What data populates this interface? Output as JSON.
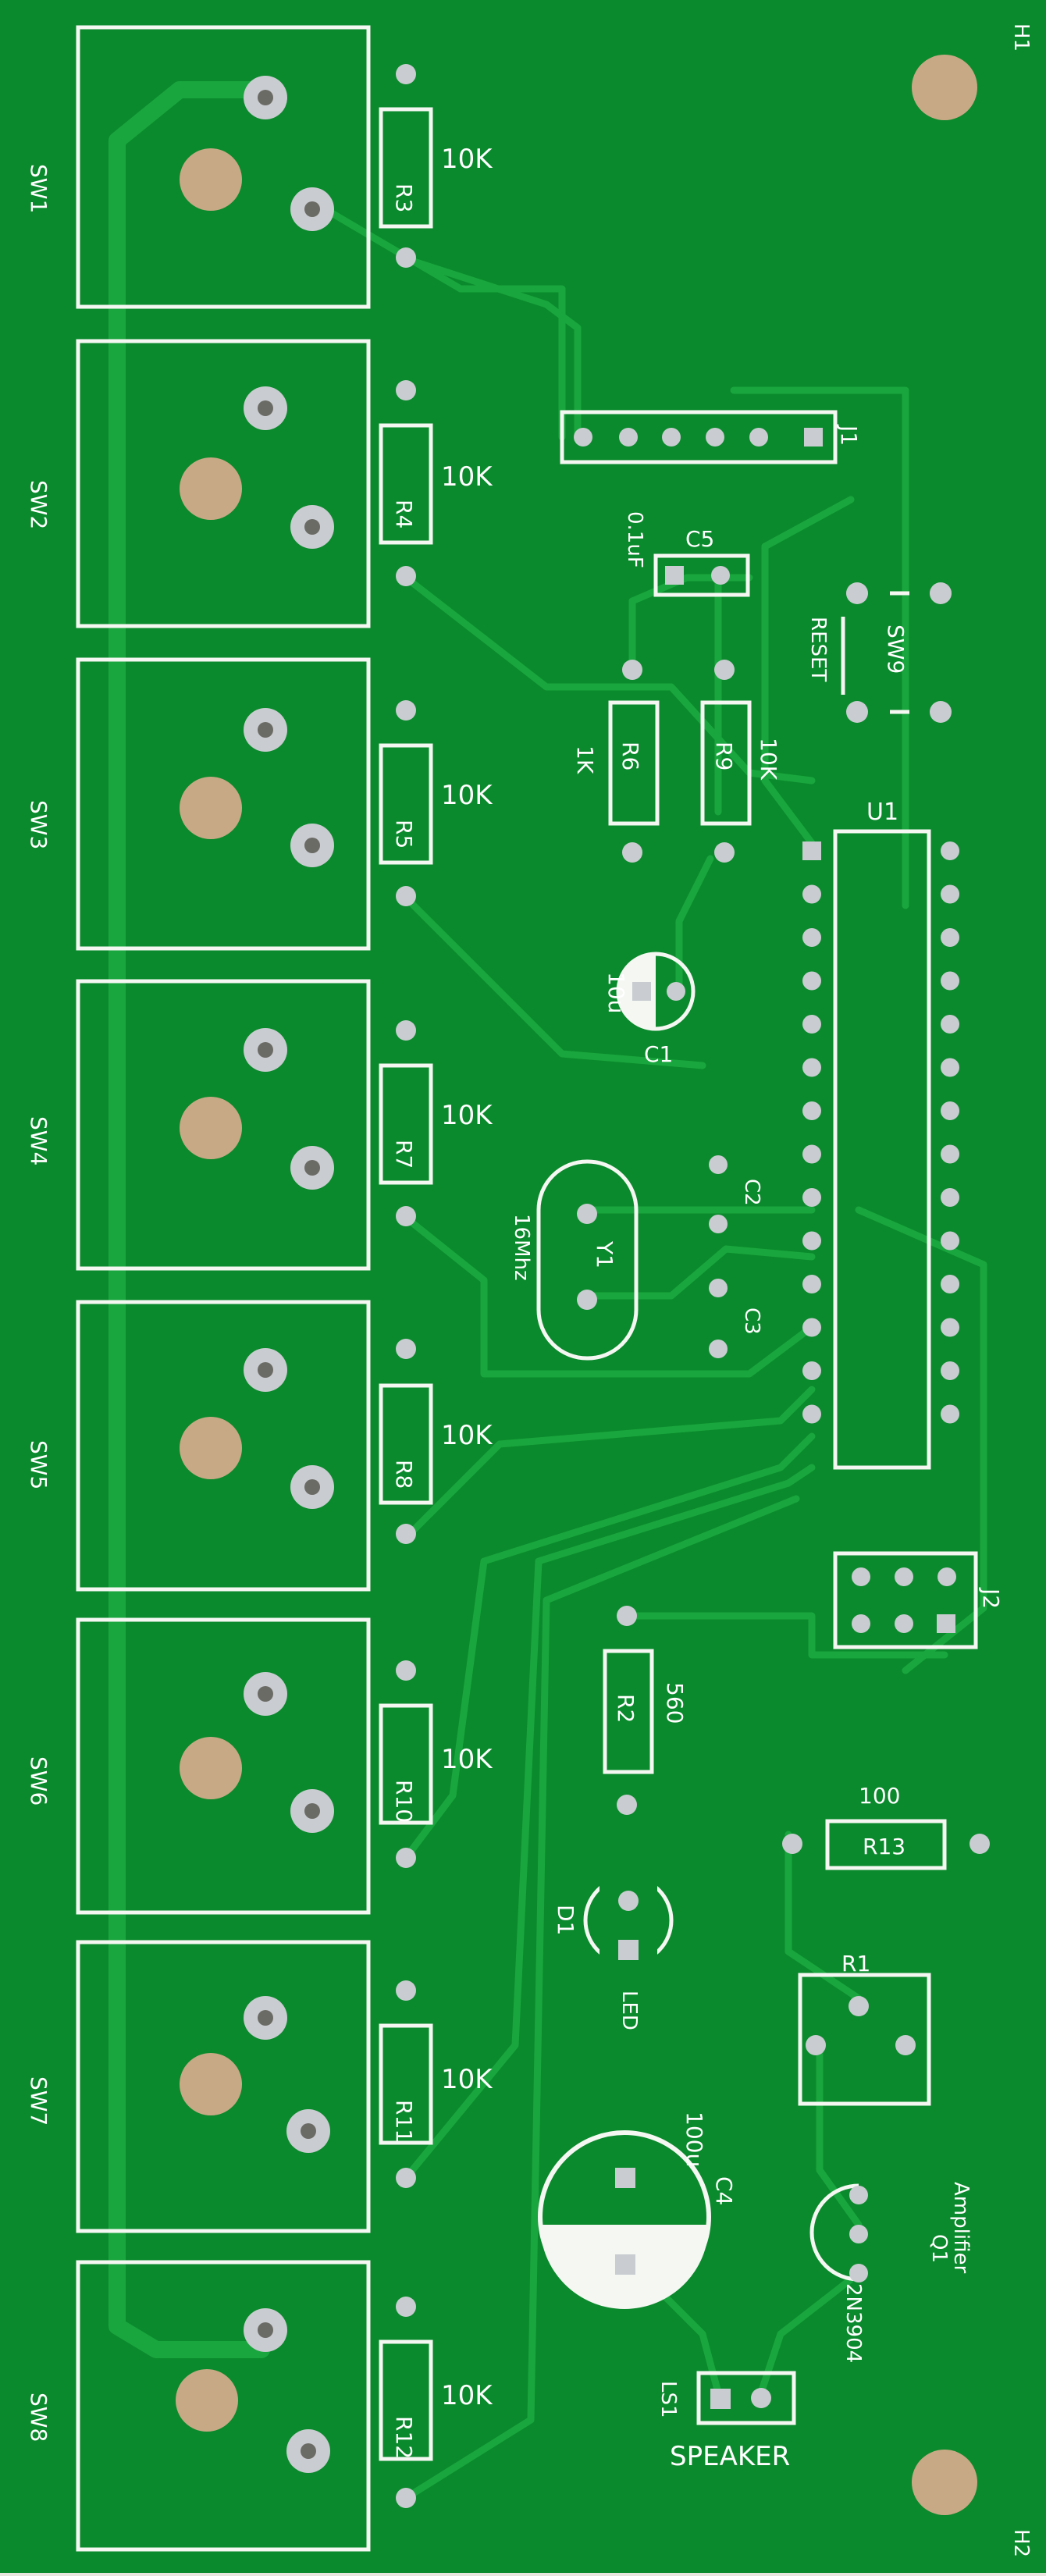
{
  "board": {
    "colors": {
      "solder_mask": "#0a8a2c",
      "trace": "#1aa63e",
      "silkscreen": "#f4f7f2",
      "pad": "#c9ccd0",
      "hole": "#c8a985"
    },
    "mounting_holes": [
      "H1",
      "H2"
    ],
    "switches": [
      {
        "ref": "SW1",
        "resistor": "R3",
        "value": "10K"
      },
      {
        "ref": "SW2",
        "resistor": "R4",
        "value": "10K"
      },
      {
        "ref": "SW3",
        "resistor": "R5",
        "value": "10K"
      },
      {
        "ref": "SW4",
        "resistor": "R7",
        "value": "10K"
      },
      {
        "ref": "SW5",
        "resistor": "R8",
        "value": "10K"
      },
      {
        "ref": "SW6",
        "resistor": "R10",
        "value": "10K"
      },
      {
        "ref": "SW7",
        "resistor": "R11",
        "value": "10K"
      },
      {
        "ref": "SW8",
        "resistor": "R12",
        "value": "10K"
      }
    ],
    "j1": "J1",
    "c5": {
      "ref": "C5",
      "value": "0.1uF"
    },
    "sw9": {
      "ref": "SW9",
      "label": "RESET"
    },
    "r6": {
      "ref": "R6",
      "value": "1K"
    },
    "r9": {
      "ref": "R9",
      "value": "10K"
    },
    "u1": "U1",
    "c1": {
      "ref": "C1",
      "value": "10u"
    },
    "y1": {
      "ref": "Y1",
      "value": "16Mhz"
    },
    "c2": "C2",
    "c3": "C3",
    "j2": "J2",
    "r2": {
      "ref": "R2",
      "value": "560"
    },
    "d1": {
      "ref": "D1",
      "value": "LED"
    },
    "r13": {
      "ref": "R13",
      "value": "100"
    },
    "r1": "R1",
    "c4": {
      "ref": "C4",
      "value": "100u"
    },
    "q1": {
      "ref": "Q1",
      "label": "Amplifier",
      "value": "2N3904"
    },
    "ls1": {
      "ref": "LS1",
      "label": "SPEAKER"
    }
  }
}
